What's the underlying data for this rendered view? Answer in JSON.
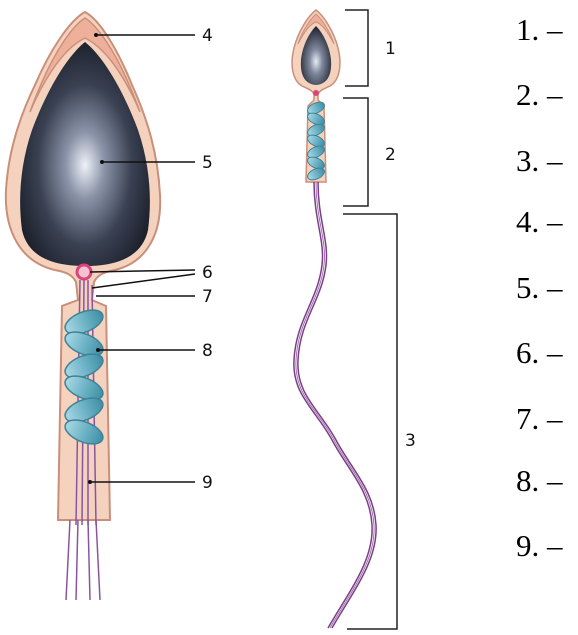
{
  "callouts": {
    "c4": "4",
    "c5": "5",
    "c6": "6",
    "c7": "7",
    "c8": "8",
    "c9": "9"
  },
  "brackets": {
    "b1": "1",
    "b2": "2",
    "b3": "3"
  },
  "answer_list": [
    "1. –",
    "2. –",
    "3. –",
    "4. –",
    "5. –",
    "6. –",
    "7. –",
    "8. –",
    "9. –"
  ],
  "colors": {
    "cell_fill": "#f4d2bd",
    "cell_stroke": "#c98f7a",
    "acrosome": "#f0b7a3",
    "nucleus_dark": "#1d2230",
    "nucleus_light": "#e8ecf4",
    "centriole": "#d8457b",
    "mitochondria": "#79bccd",
    "flagellum": "#7a3f86"
  }
}
